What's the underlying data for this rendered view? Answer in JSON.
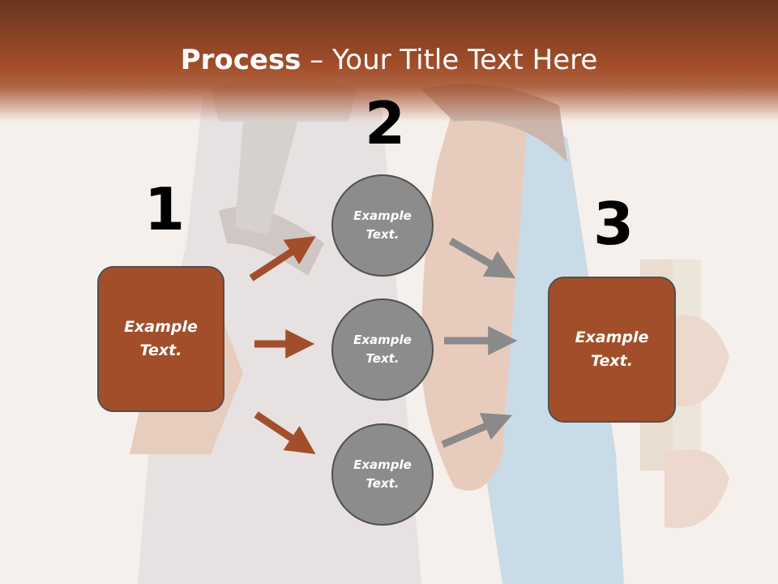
{
  "header": {
    "title_bold": "Process",
    "title_rest": " – Your Title Text Here"
  },
  "steps": {
    "one": "1",
    "two": "2",
    "three": "3"
  },
  "left_box": {
    "label": "Example\nText."
  },
  "right_box": {
    "label": "Example\nText."
  },
  "circles": [
    {
      "label": "Example\nText."
    },
    {
      "label": "Example\nText."
    },
    {
      "label": "Example\nText."
    }
  ],
  "colors": {
    "accent": "#a34e2a",
    "header_dark": "#6a3420",
    "circle_fill": "#8c8c8c",
    "gray_arrow": "#8a8a8a"
  }
}
